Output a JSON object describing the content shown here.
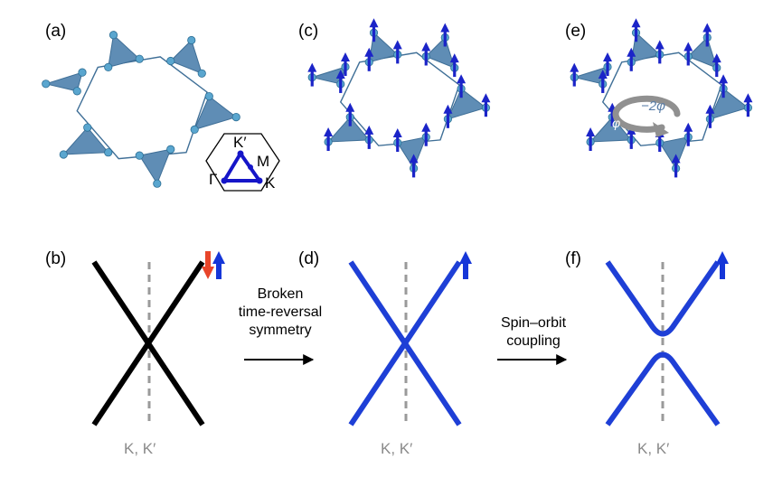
{
  "panels": {
    "a": "(a)",
    "b": "(b)",
    "c": "(c)",
    "d": "(d)",
    "e": "(e)",
    "f": "(f)"
  },
  "brillouin_zone": {
    "gamma": "Γ",
    "k": "K",
    "k_prime": "K′",
    "m": "M"
  },
  "phases": {
    "phi": "φ",
    "minus_two_phi": "−2φ"
  },
  "transitions": {
    "first": [
      "Broken",
      "time-reversal",
      "symmetry"
    ],
    "second": [
      "Spin–orbit",
      "coupling"
    ]
  },
  "axis_labels": {
    "b": "K, K′",
    "d": "K, K′",
    "f": "K, K′"
  },
  "colors": {
    "lattice_fill": "#5f8db5",
    "lattice_edge": "#3f6f97",
    "atom": "#5aa6cf",
    "spin": "#1b24c8",
    "band_black": "#000000",
    "band_blue": "#1e3fd6",
    "spin_down": "#e8452a",
    "spin_up": "#1536d8",
    "bz_path": "#1515c8",
    "dashed_line": "#9a9a9a",
    "phase_arrow": "#909090"
  }
}
